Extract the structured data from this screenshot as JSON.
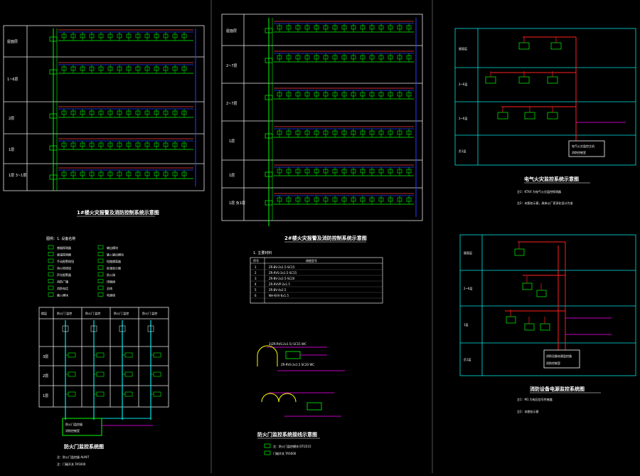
{
  "panelA": {
    "floors": [
      "屋面层",
      "1~6层",
      "2层",
      "1层",
      "1层\n3~1层"
    ],
    "title": "1#楼火灾报警及消防控制系统示意图"
  },
  "panelB": {
    "floors": [
      "屋面层",
      "2~7层",
      "2~7层",
      "1层",
      "1层",
      "1层\n负1层"
    ],
    "title": "2#楼火灾报警及消防控制系统示意图",
    "table_title": "1. 主要材料",
    "table_headers": [
      "序号",
      "线缆型号"
    ],
    "table_rows": [
      "ZR-BV-2x1.5-SC15",
      "ZR-RVS-2x1.5-SC15",
      "ZR-BV-2x2.5-SC20",
      "ZR-RVVP-2x1.5",
      "ZR-BV-4x2.5",
      "NH-KVV-6x1.5"
    ],
    "door_title": "防火门监控系统接线示意图"
  },
  "panelC": {
    "floors": [
      "屋面层",
      "2~6层",
      "1~6层",
      "负1层"
    ],
    "title": "电气火灾监控系统示意图",
    "note1": "注1：KTXX 为电气火灾监控探测器",
    "note2": "注2：本图仅示意，具体以厂家深化设计为准",
    "host_label": "电气火灾监控主机",
    "host_sub": "消防控制室"
  },
  "panelD": {
    "floors": [
      "屋面层",
      "2~6层",
      "1层",
      "负1层"
    ],
    "title": "消防设备电源监控系统图",
    "host_label": "消防设备电源监控器",
    "host_sub": "消防控制室",
    "note1": "注1：M1 为电压信号传感器",
    "note2": "注2：本图仅示意"
  },
  "legend": {
    "title": "图例：1. 设备名称",
    "items": [
      "感烟探测器",
      "感温探测器",
      "手动报警按钮",
      "消火栓按钮",
      "声光报警器",
      "消防广播",
      "消防电话",
      "输入模块",
      "输出模块",
      "输入输出模块",
      "短路隔离器",
      "区域显示器",
      "防火阀",
      "排烟阀",
      "总线",
      "电源线"
    ]
  },
  "doorSystem": {
    "headers": [
      "楼层",
      "防火门 监控",
      "防火门 监控",
      "防火门 监控",
      "防火门 监控"
    ],
    "rows": [
      "3层",
      "2层",
      "1层"
    ],
    "title": "防火门监控系统图",
    "note1": "注：防火门监控器 ALM/7",
    "note2": "注：门磁开关 TA5000",
    "host1": "防火门监控器",
    "host2": "消防控制室"
  },
  "doorWiring": {
    "top_label": "2(ZR-RVS-2x1.5) SC15 WC",
    "mid_label": "ZR-RVS-2x1.5 SC20 WC",
    "title": "防火门监控系统接线示意图",
    "note1": "注：防火门监控模块 DTG515",
    "note2": "门磁开关 TA5000"
  }
}
